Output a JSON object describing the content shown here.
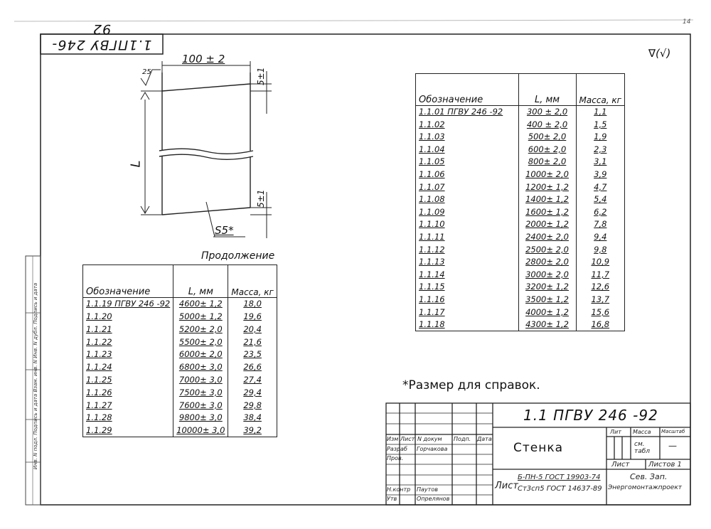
{
  "top_code_mirrored": "1.1ПГВУ 246-92",
  "roughness_symbol": "∇(√)",
  "corner_page_mark": "14",
  "drawing": {
    "dim_width": "100 ± 2",
    "dim_top": "5±1",
    "dim_bottom": "5±1",
    "dim_length": "L",
    "surface_roughness": "25",
    "thickness_callout": "S5*"
  },
  "continuation_title": "Продолжение",
  "table_headers": {
    "designation": "Обозначение",
    "length": "L, мм",
    "mass": "Масса, кг"
  },
  "table_right": [
    [
      "1.1.01 ПГВУ 246 -92",
      "300 ± 2,0",
      "1,1"
    ],
    [
      "1.1.02",
      "400 ± 2,0",
      "1,5"
    ],
    [
      "1.1.03",
      "500± 2,0",
      "1,9"
    ],
    [
      "1.1.04",
      "600± 2,0",
      "2,3"
    ],
    [
      "1.1.05",
      "800± 2,0",
      "3,1"
    ],
    [
      "1.1.06",
      "1000± 2,0",
      "3,9"
    ],
    [
      "1.1.07",
      "1200± 1,2",
      "4,7"
    ],
    [
      "1.1.08",
      "1400± 1,2",
      "5,4"
    ],
    [
      "1.1.09",
      "1600± 1,2",
      "6,2"
    ],
    [
      "1.1.10",
      "2000± 1,2",
      "7,8"
    ],
    [
      "1.1.11",
      "2400± 2,0",
      "9,4"
    ],
    [
      "1.1.12",
      "2500± 2,0",
      "9,8"
    ],
    [
      "1.1.13",
      "2800± 2,0",
      "10,9"
    ],
    [
      "1.1.14",
      "3000± 2,0",
      "11,7"
    ],
    [
      "1.1.15",
      "3200± 1,2",
      "12,6"
    ],
    [
      "1.1.16",
      "3500± 1,2",
      "13,7"
    ],
    [
      "1.1.17",
      "4000± 1,2",
      "15,6"
    ],
    [
      "1.1.18",
      "4300± 1,2",
      "16,8"
    ]
  ],
  "table_left": [
    [
      "1.1.19 ПГВУ 246 -92",
      "4600± 1,2",
      "18,0"
    ],
    [
      "1.1.20",
      "5000± 1,2",
      "19,6"
    ],
    [
      "1.1.21",
      "5200± 2,0",
      "20,4"
    ],
    [
      "1.1.22",
      "5500± 2,0",
      "21,6"
    ],
    [
      "1.1.23",
      "6000± 2,0",
      "23,5"
    ],
    [
      "1.1.24",
      "6800± 3,0",
      "26,6"
    ],
    [
      "1.1.25",
      "7000± 3,0",
      "27,4"
    ],
    [
      "1.1.26",
      "7500± 3,0",
      "29,4"
    ],
    [
      "1.1.27",
      "7600± 3,0",
      "29,8"
    ],
    [
      "1.1.28",
      "9800± 3,0",
      "38,4"
    ],
    [
      "1.1.29",
      "10000± 3,0",
      "39,2"
    ]
  ],
  "footnote": "*Размер для справок.",
  "title_block": {
    "code": "1.1 ПГВУ 246 -92",
    "name": "Стенка",
    "hdr_change": "Изм",
    "hdr_sheet": "Лист",
    "hdr_docnum": "N докум",
    "hdr_sign": "Подп.",
    "hdr_date": "Дата",
    "role_dev": "Разраб",
    "role_check": "Пров.",
    "role_nkontr": "Н.контр",
    "role_approve": "Утв",
    "name_dev": "Горчакова",
    "name_nkontr": "Паутов",
    "name_approve": "Опрелянов",
    "label_lit": "Лит",
    "label_mass": "Масса",
    "label_scale": "Масштаб",
    "mass_value": "см. табл",
    "scale_value": "—",
    "label_list": "Лист",
    "label_lists": "Листов 1",
    "material_label": "Лист",
    "material_line1": "Б-ПН-5 ГОСТ 19903-74",
    "material_line2": "Ст3сп5 ГОСТ 14637-89",
    "org_line1": "Сев. Зап.",
    "org_line2": "Энергомонтажпроект"
  },
  "side_strip_text": "Инв. N подл.   Подпись и дата   Взам. инв. N   Инв. N дубл.   Подпись и дата"
}
